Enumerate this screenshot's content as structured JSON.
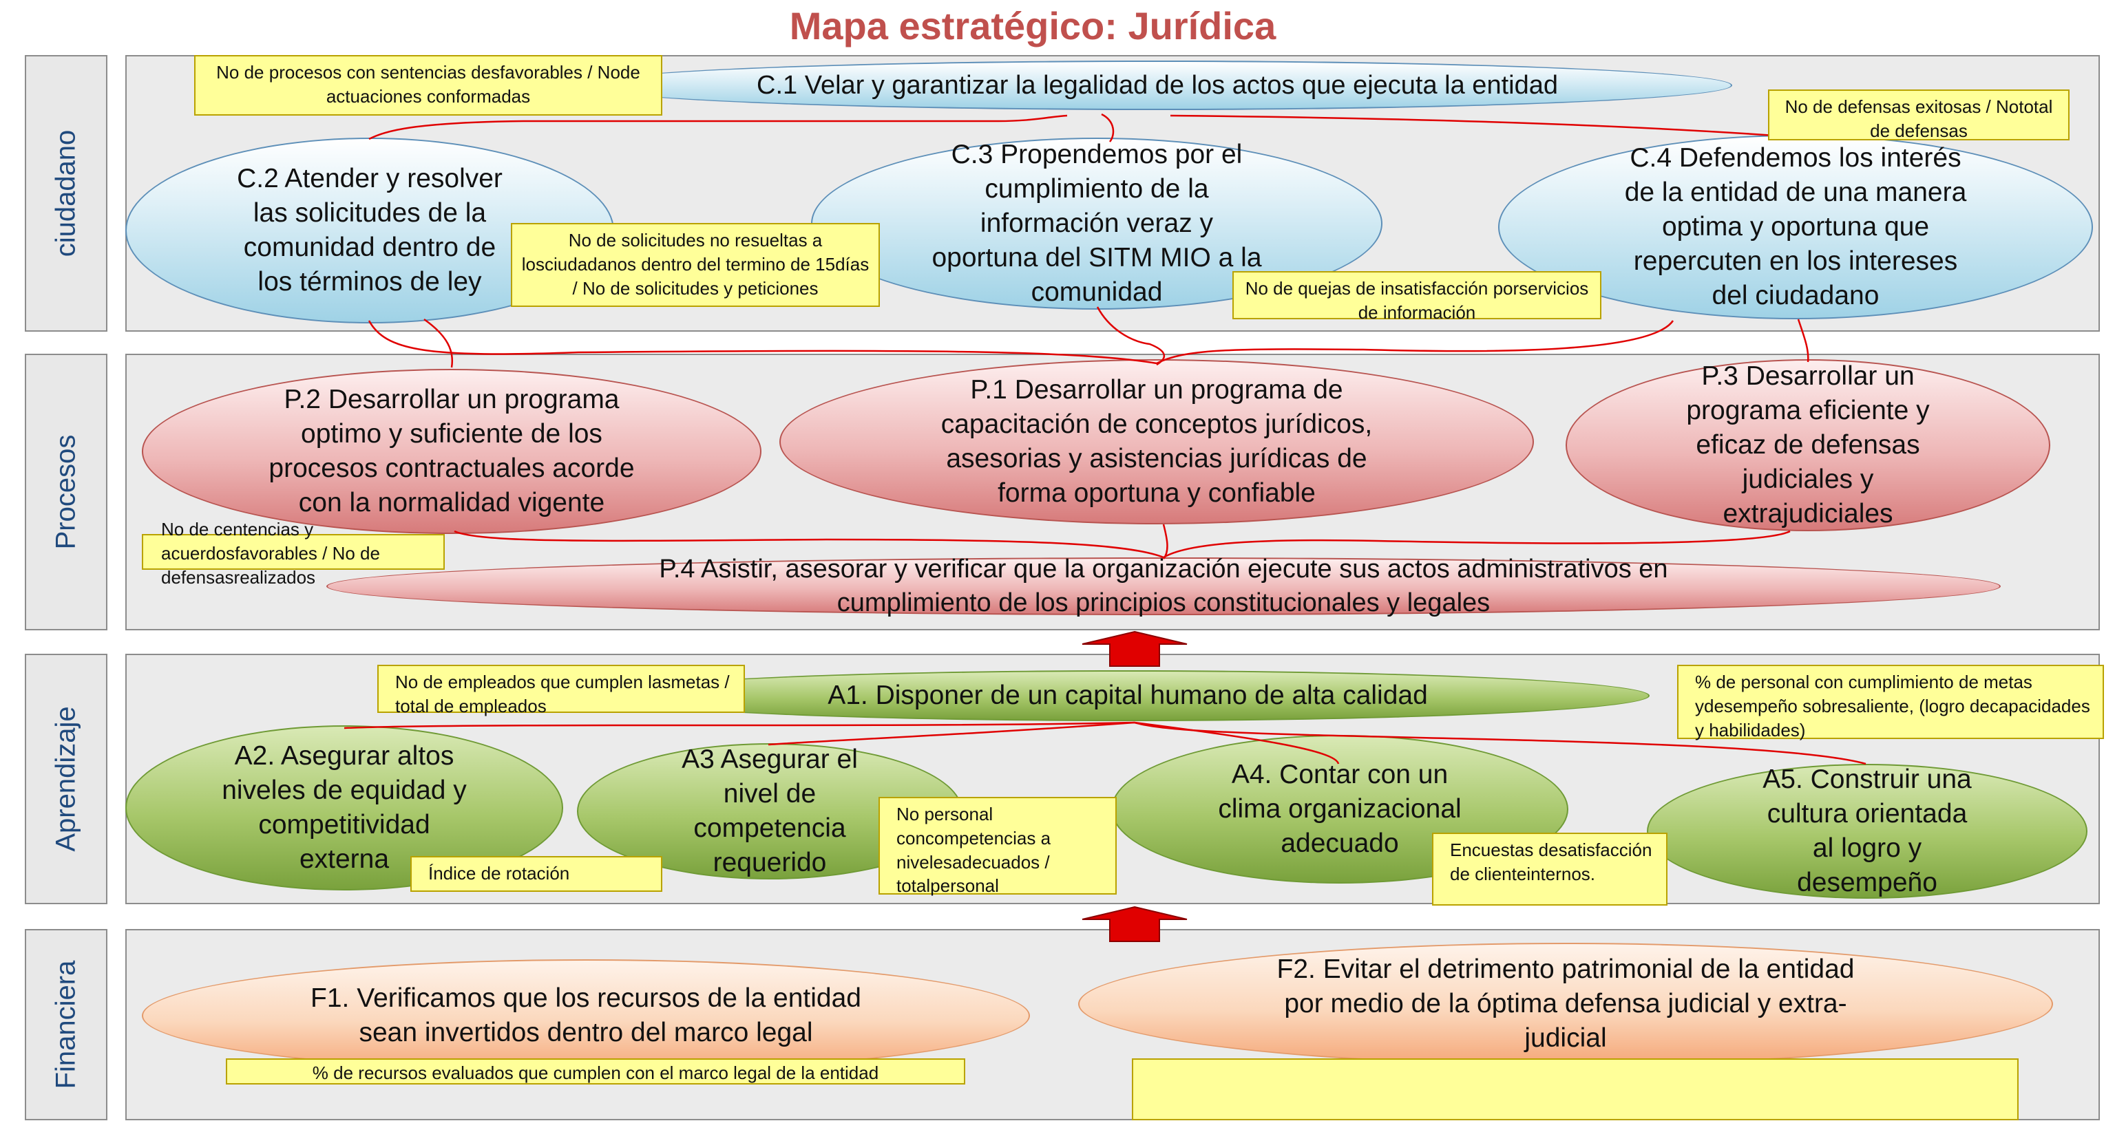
{
  "title": "Mapa estratégico: Jurídica",
  "colors": {
    "title": "#c0504d",
    "band_label_text": "#1f497d",
    "connector": "#e00000",
    "arrow": "#e00000",
    "note_fill": "#ffff99"
  },
  "bands": {
    "ciudadano": "ciudadano",
    "procesos": "Procesos",
    "aprendizaje": "Aprendizaje",
    "financiera": "Financiera"
  },
  "objectives": {
    "c1": "C.1 Velar y garantizar la legalidad de los actos que ejecuta la entidad",
    "c2": [
      "C.2 Atender y resolver",
      "las solicitudes de la",
      "comunidad dentro de",
      "los términos  de ley"
    ],
    "c3": [
      "C.3 Propendemos por el",
      "cumplimiento de la",
      "información veraz y",
      "oportuna del SITM MIO a la",
      "comunidad"
    ],
    "c4": [
      "C.4 Defendemos los interés",
      "de la entidad  de una manera",
      "optima y oportuna que",
      "repercuten en los intereses",
      "del ciudadano"
    ],
    "p1": [
      "P.1 Desarrollar un programa de",
      "capacitación de conceptos jurídicos,",
      "asesorias y asistencias jurídicas de",
      "forma oportuna y confiable"
    ],
    "p2": [
      "P.2 Desarrollar un programa",
      "optimo y suficiente de los",
      "procesos contractuales acorde",
      "con la normalidad vigente"
    ],
    "p3": [
      "P.3 Desarrollar un",
      "programa eficiente y",
      "eficaz de defensas",
      "judiciales y",
      "extrajudiciales"
    ],
    "p4": [
      "P.4 Asistir, asesorar y  verificar que la organización ejecute sus actos administrativos en",
      "cumplimiento de los principios constitucionales y legales"
    ],
    "a1": "A1. Disponer de un capital humano de alta calidad",
    "a2": [
      "A2. Asegurar altos",
      "niveles de equidad y",
      "competitividad",
      "externa"
    ],
    "a3": [
      "A3 Asegurar el",
      "nivel de",
      "competencia",
      "requerido"
    ],
    "a4": [
      "A4. Contar con un",
      "clima organizacional",
      "adecuado"
    ],
    "a5": [
      "A5. Construir una",
      "cultura orientada",
      "al logro y",
      "desempeño"
    ],
    "f1": [
      "F1. Verificamos que los recursos de la entidad",
      "sean invertidos dentro del marco legal"
    ],
    "f2": [
      "F2. Evitar el detrimento patrimonial de la entidad",
      "por medio de la óptima defensa judicial y extra-",
      "judicial"
    ]
  },
  "indicators": {
    "c1": [
      "No de procesos con sentencias desfavorables / No",
      "de actuaciones conformadas"
    ],
    "c2": [
      "No de solicitudes no resueltas a los",
      "ciudadanos dentro del termino de 15",
      "días / No de solicitudes y peticiones"
    ],
    "c3": [
      "No de quejas de insatisfacción  por",
      "servicios de información"
    ],
    "c4": [
      "No de defensas exitosas / No",
      "total de defensas"
    ],
    "p": [
      "No de centencias y acuerdos",
      "favorables / No de defensas",
      "realizados"
    ],
    "a1": [
      "No de empleados que cumplen las",
      "metas / total de empleados"
    ],
    "a5": [
      "% de personal con cumplimiento de metas y",
      "desempeño sobresaliente, (logro de",
      "capacidades y habilidades)"
    ],
    "a2": "Índice de rotación",
    "a3": [
      "No personal con",
      "competencias a niveles",
      "adecuados  / total",
      "personal"
    ],
    "a4": [
      "Encuestas de",
      "satisfacción de cliente",
      "internos."
    ],
    "f1": "% de recursos  evaluados que cumplen con el marco legal de la entidad",
    "f2": ""
  }
}
